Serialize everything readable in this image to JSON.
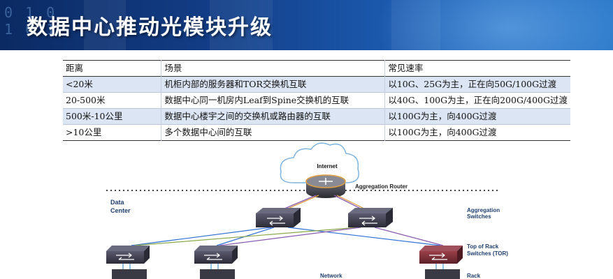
{
  "slide": {
    "title": "数据中心推动光模块升级"
  },
  "table": {
    "headers": [
      "距离",
      "场景",
      "常见速率"
    ],
    "rows": [
      [
        "<20米",
        "机柜内部的服务器和TOR交换机互联",
        "以10G、25G为主，正在向50G/100G过渡"
      ],
      [
        "20-500米",
        "数据中心同一机房内Leaf到Spine交换机的互联",
        "以40G、100G为主，正在向200G/400G过渡"
      ],
      [
        "500米-10公里",
        "数据中心楼宇之间的交换机或路由器的互联",
        "以100G为主，向400G过渡"
      ],
      [
        ">10公里",
        "多个数据中心间的互联",
        "以100G为主，向400G过渡"
      ]
    ]
  },
  "diagram": {
    "internet": "Internet",
    "aggregation_router": "Aggregation Router",
    "data_center_line1": "Data",
    "data_center_line2": "Center",
    "aggregation_switches_line1": "Aggregation",
    "aggregation_switches_line2": "Switches",
    "tor_line1": "Top of Rack",
    "tor_line2": "Switches (TOR)",
    "network": "Network",
    "rack": "Rack",
    "colors": {
      "link_blue": "#2f6fd6",
      "link_green": "#8aa84a",
      "link_purple": "#8a5ab0",
      "switch_dark": "#3b3b4a",
      "switch_red": "#7a2d34"
    }
  }
}
